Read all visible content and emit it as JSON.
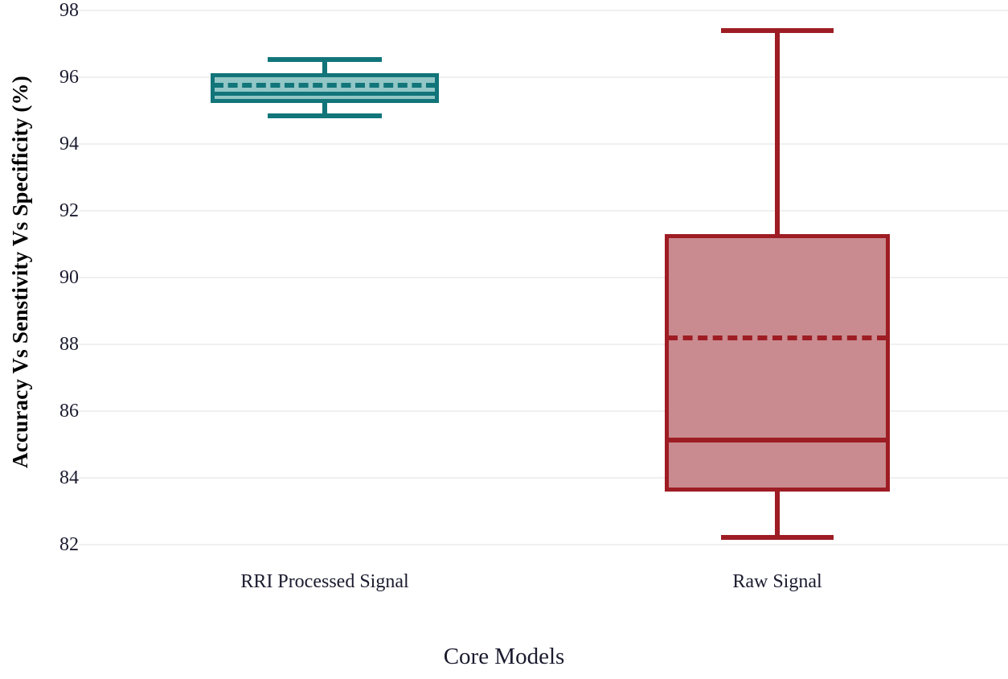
{
  "chart_data": {
    "type": "box",
    "title": "",
    "xlabel": "Core Models",
    "ylabel": "Accuracy Vs Senstivity Vs Specificity (%)",
    "ylim": [
      82,
      98
    ],
    "yticks": [
      82,
      84,
      86,
      88,
      90,
      92,
      94,
      96,
      98
    ],
    "ytick_labels": [
      "82",
      "84",
      "86",
      "88",
      "90",
      "92",
      "94",
      "96",
      "98"
    ],
    "grid": "horizontal",
    "legend": "none",
    "categories": [
      "RRI Processed Signal",
      "Raw Signal"
    ],
    "boxes": [
      {
        "label": "RRI Processed Signal",
        "whisker_low": 94.9,
        "q1": 95.0,
        "median": 95.55,
        "mean": 95.8,
        "q3": 96.1,
        "whisker_high": 96.5,
        "fill_color": "#93c6c6",
        "line_color": "#11757a"
      },
      {
        "label": "Raw Signal",
        "whisker_low": 82.2,
        "q1": 83.6,
        "median": 85.1,
        "mean": 88.25,
        "q3": 91.3,
        "whisker_high": 97.4,
        "fill_color": "#c98b8f",
        "line_color": "#9e1c23"
      }
    ]
  },
  "axis": {
    "y_title": "Accuracy Vs Senstivity Vs Specificity (%)",
    "x_title": "Core Models",
    "y_labels": [
      "98",
      "96",
      "94",
      "92",
      "90",
      "88",
      "86",
      "84",
      "82"
    ],
    "x_labels": [
      "RRI Processed Signal",
      "Raw Signal"
    ]
  },
  "colors": {
    "grid": "#f0f0f0",
    "background": "#ffffff",
    "teal_line": "#11757a",
    "teal_fill": "#93c6c6",
    "red_line": "#9e1c23",
    "red_fill": "#c98b8f",
    "text": "#1b1b2f"
  }
}
